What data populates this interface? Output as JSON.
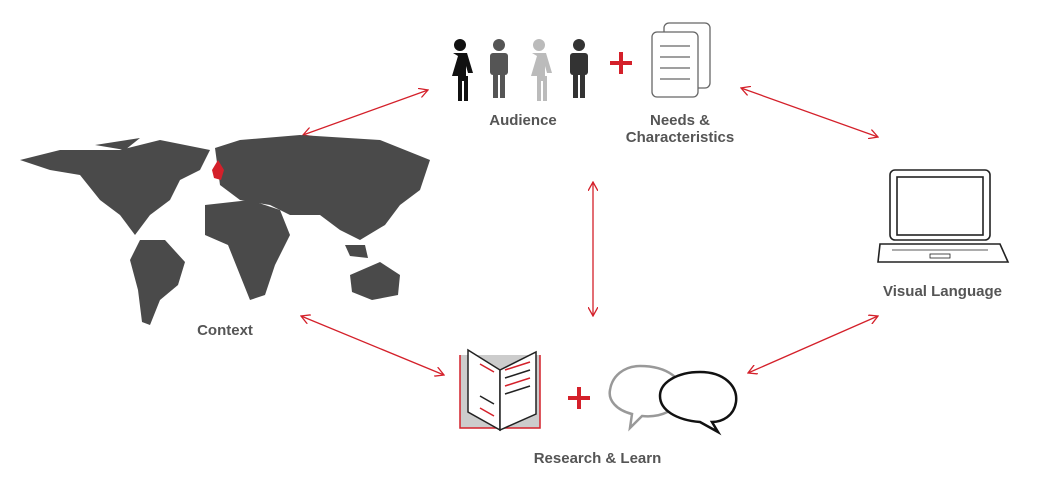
{
  "labels": {
    "audience": "Audience",
    "needs_line1": "Needs &",
    "needs_line2": "Characteristics",
    "context": "Context",
    "visual_language": "Visual Language",
    "research": "Research & Learn"
  },
  "colors": {
    "accent": "#d4202a",
    "text": "#555555",
    "map": "#4a4a4a"
  }
}
